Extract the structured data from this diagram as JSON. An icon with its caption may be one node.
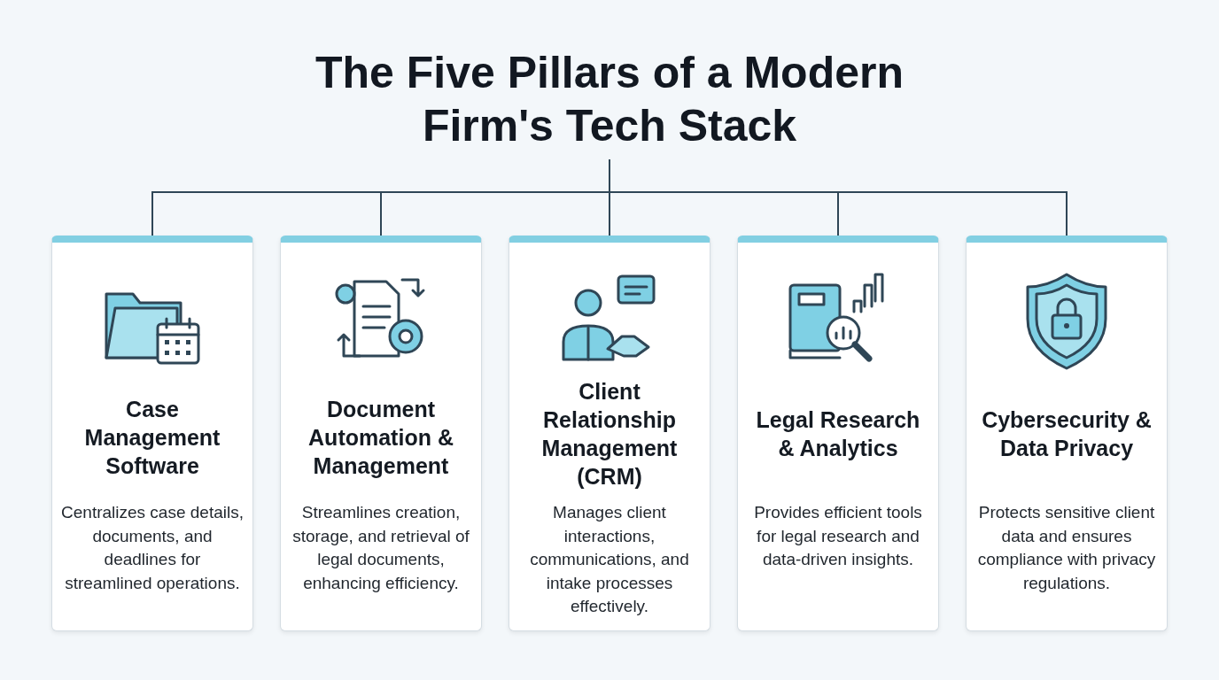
{
  "diagram": {
    "nodes": [
      {
        "text": [
          "The Five Pillars of a Modern Firm's Tech Stack"
        ]
      },
      {
        "text": [
          "Case Management Software",
          "Centralizes case details, documents, and deadlines for streamlined operations."
        ]
      },
      {
        "text": [
          "Document Automation & Management",
          "Streamlines creation, storage, and retrieval of legal documents, enhancing efficiency."
        ]
      },
      {
        "text": [
          "Client Relationship Management (CRM)",
          "Manages client interactions, communications, and intake processes effectively."
        ]
      },
      {
        "text": [
          "Legal Research & Analytics",
          "Provides efficient tools for legal research and data-driven insights."
        ]
      },
      {
        "text": [
          "Cybersecurity & Data Privacy",
          "Protects sensitive client data and ensures compliance with privacy regulations."
        ]
      }
    ],
    "edges": [
      {
        "from": 0,
        "to": 1,
        "arrow": "none"
      },
      {
        "from": 0,
        "to": 2,
        "arrow": "none"
      },
      {
        "from": 0,
        "to": 3,
        "arrow": "none"
      },
      {
        "from": 0,
        "to": 4,
        "arrow": "none"
      },
      {
        "from": 0,
        "to": 5,
        "arrow": "none"
      }
    ]
  }
}
